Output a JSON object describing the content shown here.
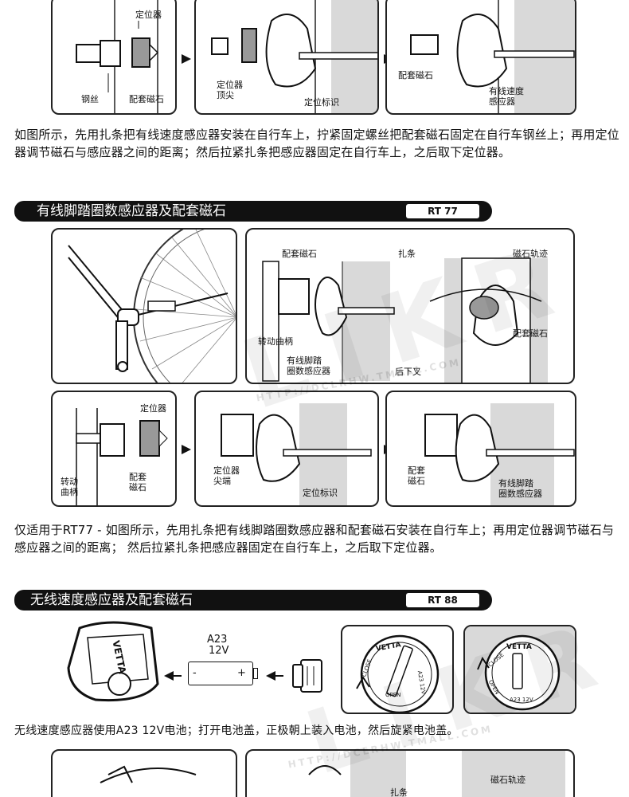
{
  "top_row": {
    "panel1": {
      "label_locator": "定位器",
      "label_spoke": "钢丝",
      "label_magnet": "配套磁石"
    },
    "panel2": {
      "label_locator_tip": "定位器\n顶尖",
      "label_mark": "定位标识"
    },
    "panel3": {
      "label_magnet": "配套磁石",
      "label_sensor": "有线速度\n感应器"
    }
  },
  "paragraph1": "如图所示，先用扎条把有线速度感应器安装在自行车上，拧紧固定螺丝把配套磁石固定在自行车钢丝上；再用定位器调节磁石与感应器之间的距离；然后拉紧扎条把感应器固定在自行车上，之后取下定位器。",
  "section1": {
    "title": "有线脚踏圈数感应器及配套磁石",
    "code": "RT 77"
  },
  "cadence_big": {
    "label_magnet": "配套磁石",
    "label_zip": "扎条",
    "label_track": "磁石轨迹",
    "label_magnet2": "配套磁石",
    "label_crank": "转动曲柄",
    "label_sensor": "有线脚踏\n圈数感应器",
    "label_chainstay": "后下叉"
  },
  "cadence_row": {
    "panel1": {
      "label_locator": "定位器",
      "label_crank": "转动\n曲柄",
      "label_magnet": "配套\n磁石"
    },
    "panel2": {
      "label_locator_tip": "定位器\n尖端",
      "label_mark": "定位标识"
    },
    "panel3": {
      "label_magnet": "配套\n磁石",
      "label_sensor": "有线脚踏\n圈数感应器"
    }
  },
  "paragraph2": "仅适用于RT77 - 如图所示，先用扎条把有线脚踏圈数感应器和配套磁石安装在自行车上；再用定位器调节磁石与感应器之间的距离； 然后拉紧扎条把感应器固定在自行车上，之后取下定位器。",
  "section2": {
    "title": "无线速度感应器及配套磁石",
    "code": "RT 88"
  },
  "wireless_row": {
    "brand": "VETTA",
    "battery_type": "A23",
    "battery_voltage": "12V",
    "battery_plus": "+",
    "battery_minus": "-",
    "cover_close": "CLOSE",
    "cover_open": "OPEN",
    "cover_battery": "A23 12V"
  },
  "paragraph3": "无线速度感应器使用A23 12V电池；打开电池盖，正极朝上装入电池，然后旋紧电池盖。",
  "bottom_row": {
    "label_zip": "扎条",
    "label_track": "磁石轨迹"
  },
  "watermark": {
    "text": "LIKR",
    "url": "HTTP://DCLRHW.TMALL.COM"
  },
  "colors": {
    "ink": "#111111",
    "panel_border": "#222222",
    "grey_fill": "#d9d9d9"
  }
}
